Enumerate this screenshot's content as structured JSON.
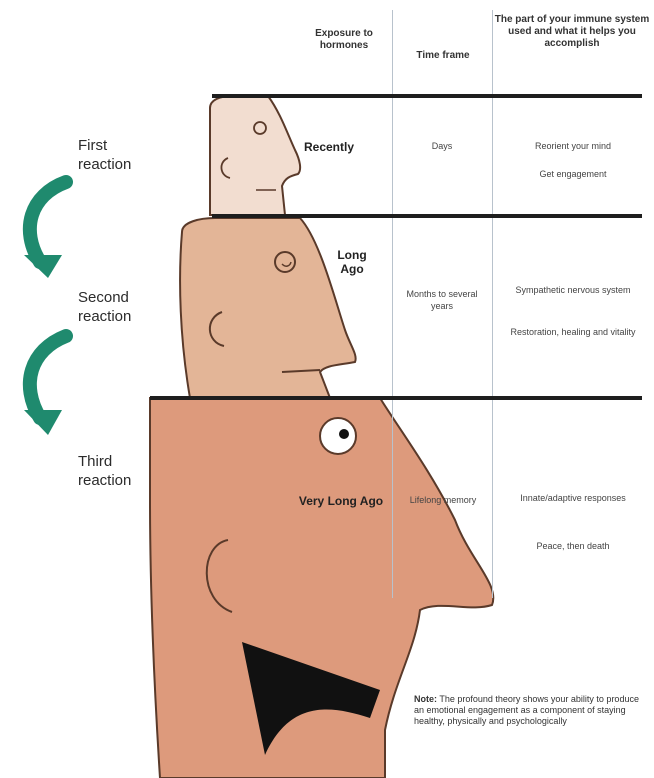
{
  "header": {
    "col_exposure": "Exposure to hormones",
    "col_time": "Time frame",
    "col_system": "The part of your immune system used and what it helps you accomplish"
  },
  "reactions": [
    "First reaction",
    "Second reaction",
    "Third reaction"
  ],
  "rows": [
    {
      "face_label": "Recently",
      "time": "Days",
      "effects": [
        "Reorient your mind",
        "Get engagement"
      ]
    },
    {
      "face_label": "Long Ago",
      "time": "Months to several years",
      "effects": [
        "Sympathetic nervous system",
        "Restoration, healing and vitality"
      ]
    },
    {
      "face_label": "Very Long Ago",
      "time": "Lifelong memory",
      "effects": [
        "Innate/adaptive responses",
        "Peace, then death"
      ]
    }
  ],
  "note": {
    "label": "Note:",
    "text": "The profound theory shows your ability to produce an emotional engagement as a component of staying healthy, physically and psychologically"
  },
  "colors": {
    "arrow": "#1f8a6e",
    "head_small": "#f2ddd0",
    "head_medium": "#e3b597",
    "head_large": "#dd9a7c",
    "rule": "#1e1e1e"
  }
}
